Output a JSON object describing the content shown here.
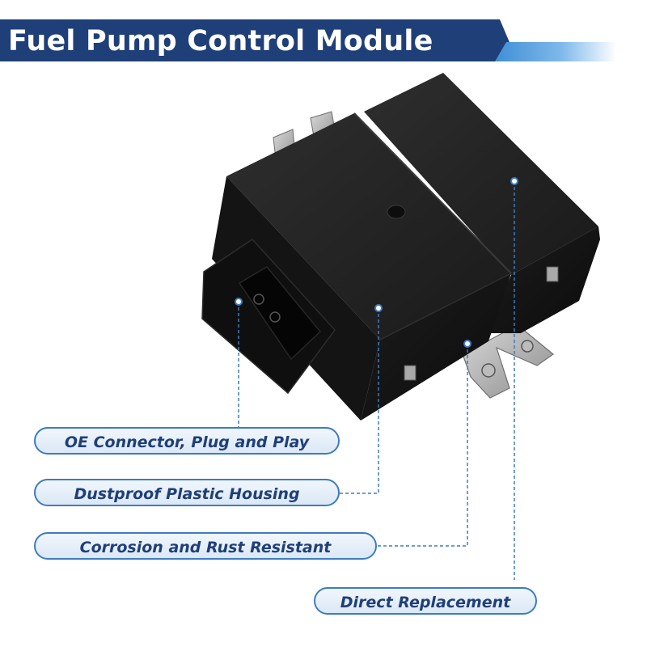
{
  "header": {
    "title": "Fuel Pump Control Module"
  },
  "features": [
    {
      "label": "OE Connector, Plug and Play"
    },
    {
      "label": "Dustproof Plastic Housing"
    },
    {
      "label": "Corrosion and Rust Resistant"
    },
    {
      "label": "Direct Replacement"
    }
  ],
  "colors": {
    "title_bar": "#1f3f78",
    "accent": "#3d7cc0",
    "pill_fill": "#dbe8f6",
    "pill_text": "#1f3f78",
    "product": "#151515"
  },
  "product": {
    "image_icon": "fuel-pump-control-module-photo"
  }
}
